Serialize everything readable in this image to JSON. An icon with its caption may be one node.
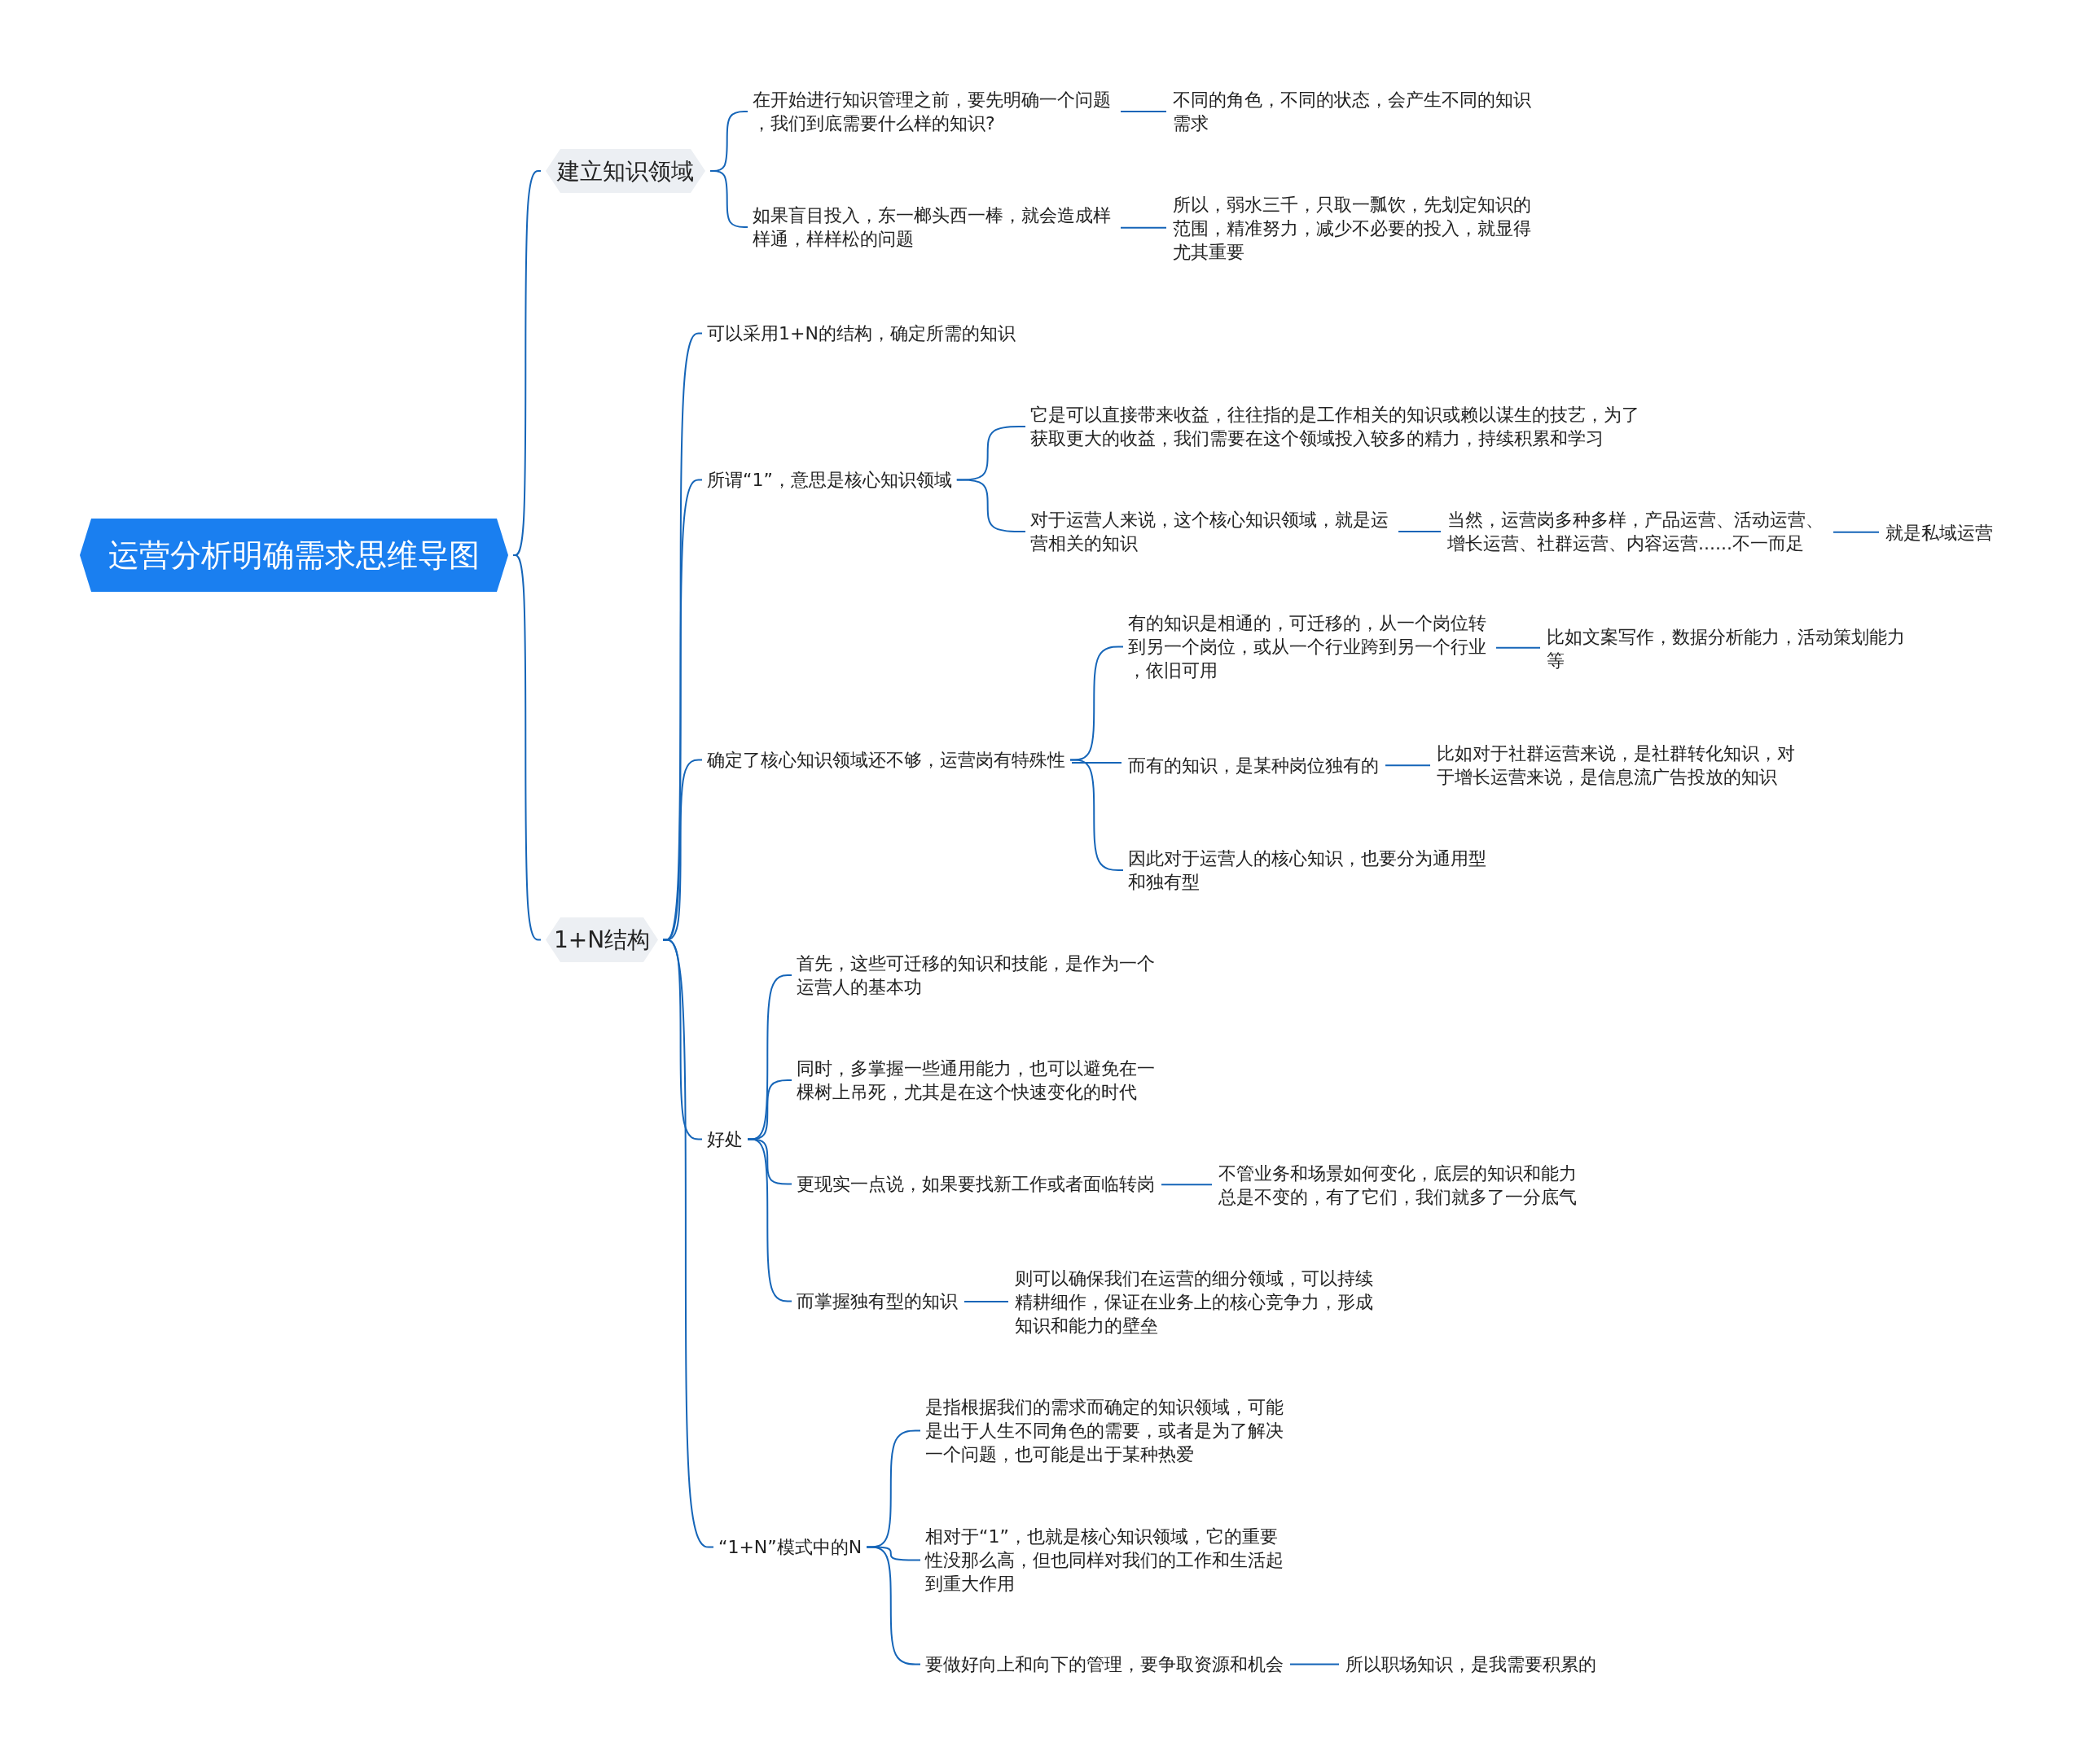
{
  "diagram": {
    "nodes": [
      {
        "text": [
          "运营分析明确需求思维导图"
        ]
      },
      {
        "text": [
          "建立知识领域"
        ]
      },
      {
        "text": [
          "在开始进行知识管理之前，要先明确一个问题，我们到底需要什么样的知识?"
        ]
      },
      {
        "text": [
          "不同的角色，不同的状态，会产生不同的知识需求"
        ]
      },
      {
        "text": [
          "如果盲目投入，东一榔头西一棒，就会造成样样通，样样松的问题"
        ]
      },
      {
        "text": [
          "所以，弱水三千，只取一瓢饮，先划定知识的范围，精准努力，减少不必要的投入，就显得尤其重要"
        ]
      },
      {
        "text": [
          "1+N结构"
        ]
      },
      {
        "text": [
          "可以采用1+N的结构，确定所需的知识"
        ]
      },
      {
        "text": [
          "所谓“1”，意思是核心知识领域"
        ]
      },
      {
        "text": [
          "它是可以直接带来收益，往往指的是工作相关的知识或赖以谋生的技艺，为了获取更大的收益，我们需要在这个领域投入较多的精力，持续积累和学习"
        ]
      },
      {
        "text": [
          "对于运营人来说，这个核心知识领域，就是运营相关的知识"
        ]
      },
      {
        "text": [
          "当然，运营岗多种多样，产品运营、活动运营、增长运营、社群运营、内容运营......不一而足"
        ]
      },
      {
        "text": [
          "就是私域运营"
        ]
      },
      {
        "text": [
          "确定了核心知识领域还不够，运营岗有特殊性"
        ]
      },
      {
        "text": [
          "有的知识是相通的，可迁移的，从一个岗位转到另一个岗位，或从一个行业跨到另一个行业，依旧可用"
        ]
      },
      {
        "text": [
          "比如文案写作，数据分析能力，活动策划能力等"
        ]
      },
      {
        "text": [
          "而有的知识，是某种岗位独有的"
        ]
      },
      {
        "text": [
          "比如对于社群运营来说，是社群转化知识，对于增长运营来说，是信息流广告投放的知识"
        ]
      },
      {
        "text": [
          "因此对于运营人的核心知识，也要分为通用型和独有型"
        ]
      },
      {
        "text": [
          "好处"
        ]
      },
      {
        "text": [
          "首先，这些可迁移的知识和技能，是作为一个运营人的基本功"
        ]
      },
      {
        "text": [
          "同时，多掌握一些通用能力，也可以避免在一棵树上吊死，尤其是在这个快速变化的时代"
        ]
      },
      {
        "text": [
          "更现实一点说，如果要找新工作或者面临转岗"
        ]
      },
      {
        "text": [
          "不管业务和场景如何变化，底层的知识和能力总是不变的，有了它们，我们就多了一分底气"
        ]
      },
      {
        "text": [
          "而掌握独有型的知识"
        ]
      },
      {
        "text": [
          "则可以确保我们在运营的细分领域，可以持续精耕细作，保证在业务上的核心竞争力，形成知识和能力的壁垒"
        ]
      },
      {
        "text": [
          "“1+N”模式中的N"
        ]
      },
      {
        "text": [
          "是指根据我们的需求而确定的知识领域，可能是出于人生不同角色的需要，或者是为了解决一个问题，也可能是出于某种热爱"
        ]
      },
      {
        "text": [
          "相对于“1”，也就是核心知识领域，它的重要性没那么高，但也同样对我们的工作和生活起到重大作用"
        ]
      },
      {
        "text": [
          "要做好向上和向下的管理，要争取资源和机会"
        ]
      },
      {
        "text": [
          "所以职场知识，是我需要积累的"
        ]
      }
    ],
    "edges": [
      {
        "from": 0,
        "to": 1,
        "arrow": "none"
      },
      {
        "from": 0,
        "to": 6,
        "arrow": "none"
      },
      {
        "from": 1,
        "to": 2,
        "arrow": "none"
      },
      {
        "from": 2,
        "to": 3,
        "arrow": "none"
      },
      {
        "from": 1,
        "to": 4,
        "arrow": "none"
      },
      {
        "from": 4,
        "to": 5,
        "arrow": "none"
      },
      {
        "from": 6,
        "to": 7,
        "arrow": "none"
      },
      {
        "from": 6,
        "to": 8,
        "arrow": "none"
      },
      {
        "from": 8,
        "to": 9,
        "arrow": "none"
      },
      {
        "from": 8,
        "to": 10,
        "arrow": "none"
      },
      {
        "from": 10,
        "to": 11,
        "arrow": "none"
      },
      {
        "from": 11,
        "to": 12,
        "arrow": "none"
      },
      {
        "from": 6,
        "to": 13,
        "arrow": "none"
      },
      {
        "from": 13,
        "to": 14,
        "arrow": "none"
      },
      {
        "from": 14,
        "to": 15,
        "arrow": "none"
      },
      {
        "from": 13,
        "to": 16,
        "arrow": "none"
      },
      {
        "from": 16,
        "to": 17,
        "arrow": "none"
      },
      {
        "from": 13,
        "to": 18,
        "arrow": "none"
      },
      {
        "from": 6,
        "to": 19,
        "arrow": "none"
      },
      {
        "from": 19,
        "to": 20,
        "arrow": "none"
      },
      {
        "from": 19,
        "to": 21,
        "arrow": "none"
      },
      {
        "from": 19,
        "to": 22,
        "arrow": "none"
      },
      {
        "from": 22,
        "to": 23,
        "arrow": "none"
      },
      {
        "from": 19,
        "to": 24,
        "arrow": "none"
      },
      {
        "from": 24,
        "to": 25,
        "arrow": "none"
      },
      {
        "from": 6,
        "to": 26,
        "arrow": "none"
      },
      {
        "from": 26,
        "to": 27,
        "arrow": "none"
      },
      {
        "from": 26,
        "to": 28,
        "arrow": "none"
      },
      {
        "from": 26,
        "to": 29,
        "arrow": "none"
      },
      {
        "from": 29,
        "to": 30,
        "arrow": "none"
      }
    ]
  }
}
